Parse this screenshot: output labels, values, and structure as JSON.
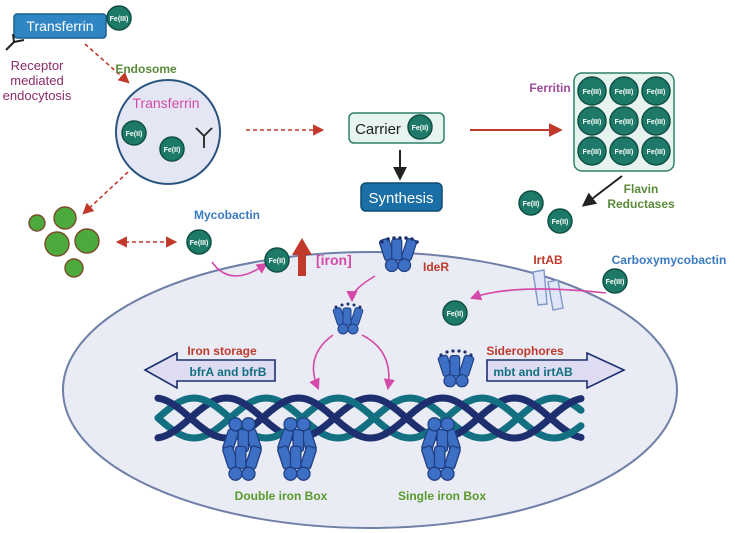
{
  "labels": {
    "transferrin_top": "Transferrin",
    "receptor": [
      "Receptor",
      "mediated",
      "endocytosis"
    ],
    "endosome": "Endosome",
    "transferrin_endosome": "Transferrin",
    "carrier": "Carrier",
    "synthesis": "Synthesis",
    "ferritin": "Ferritin",
    "flavin": [
      "Flavin",
      "Reductases"
    ],
    "mycobactin": "Mycobactin",
    "iron": "[iron]",
    "ider": "IdeR",
    "irtab": "IrtAB",
    "carboxymycobactin": "Carboxymycobactin",
    "iron_storage": "Iron storage",
    "bfra_bfrb": "bfrA and bfrB",
    "siderophores": "Siderophores",
    "mbt_irtab": "mbt and irtAB",
    "double_iron_box": "Double iron Box",
    "single_iron_box": "Single iron Box"
  },
  "iron_species": {
    "fe3": "Fe(III)",
    "fe2": "Fe(II)"
  },
  "colors": {
    "teal_circle": "#1e7a68",
    "transferrin_box": "#2f86c3",
    "receptor_text": "#8b2c68",
    "green_label": "#5a8a3a",
    "blue_label": "#3a7ac0",
    "red_label": "#c0392b",
    "magenta": "#d54aa8",
    "dna_dark": "#1d2f6f",
    "dna_teal": "#127080",
    "cell_fill": "#e9ebf5",
    "cell_stroke": "#6f7fa8",
    "receptor_blue": "#3d6fc4",
    "arrow_fill": "#dedcf2"
  },
  "icons": [
    "y-shaped-receptor-icon",
    "ider-dimer-icon",
    "ider-protein-icon",
    "irtab-transporter-icon",
    "green-bacteria-icon"
  ]
}
